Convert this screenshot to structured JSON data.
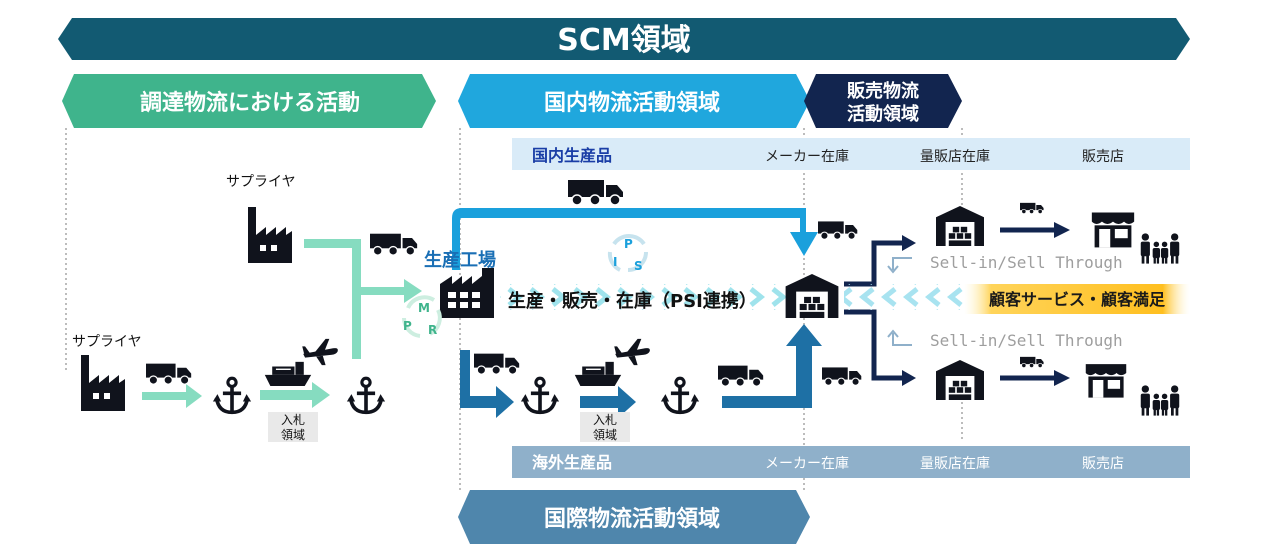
{
  "title": "SCM領域",
  "sections": {
    "procurement": "調達物流における活動",
    "domestic": "国内物流活動領域",
    "sales_line1": "販売物流",
    "sales_line2": "活動領域",
    "international": "国際物流活動領域"
  },
  "rows": {
    "domestic": {
      "label": "国内生産品",
      "maker_stock": "メーカー在庫",
      "mass_retail_stock": "量販店在庫",
      "store": "販売店"
    },
    "overseas": {
      "label": "海外生産品",
      "maker_stock": "メーカー在庫",
      "mass_retail_stock": "量販店在庫",
      "store": "販売店"
    }
  },
  "nodes": {
    "supplier_top": "サプライヤ",
    "supplier_left": "サプライヤ",
    "factory": "生産工場",
    "bid_1_line1": "入札",
    "bid_1_line2": "領域",
    "bid_2_line1": "入札",
    "bid_2_line2": "領域"
  },
  "flow": {
    "psi_label": "生産・販売・在庫（PSI連携）",
    "sell_in_top": "Sell-in/Sell Through",
    "sell_in_bottom": "Sell-in/Sell Through",
    "customer": "顧客サービス・顧客満足"
  },
  "cycle_letters": {
    "psi": [
      "P",
      "S",
      "I"
    ],
    "mpr": [
      "M",
      "P",
      "R"
    ]
  },
  "colors": {
    "scm_banner": "#125a72",
    "procurement": "#3fb48c",
    "domestic": "#20a7dd",
    "sales": "#12254f",
    "international": "#4f86ac",
    "domestic_row": "#d9ebf8",
    "overseas_row": "#8fb0ca",
    "teal_arrow": "#86dcc0",
    "blue_arrow": "#1aa0dc",
    "dark_blue_arrow": "#1e70a5",
    "customer_highlight": "#ffc02a"
  }
}
